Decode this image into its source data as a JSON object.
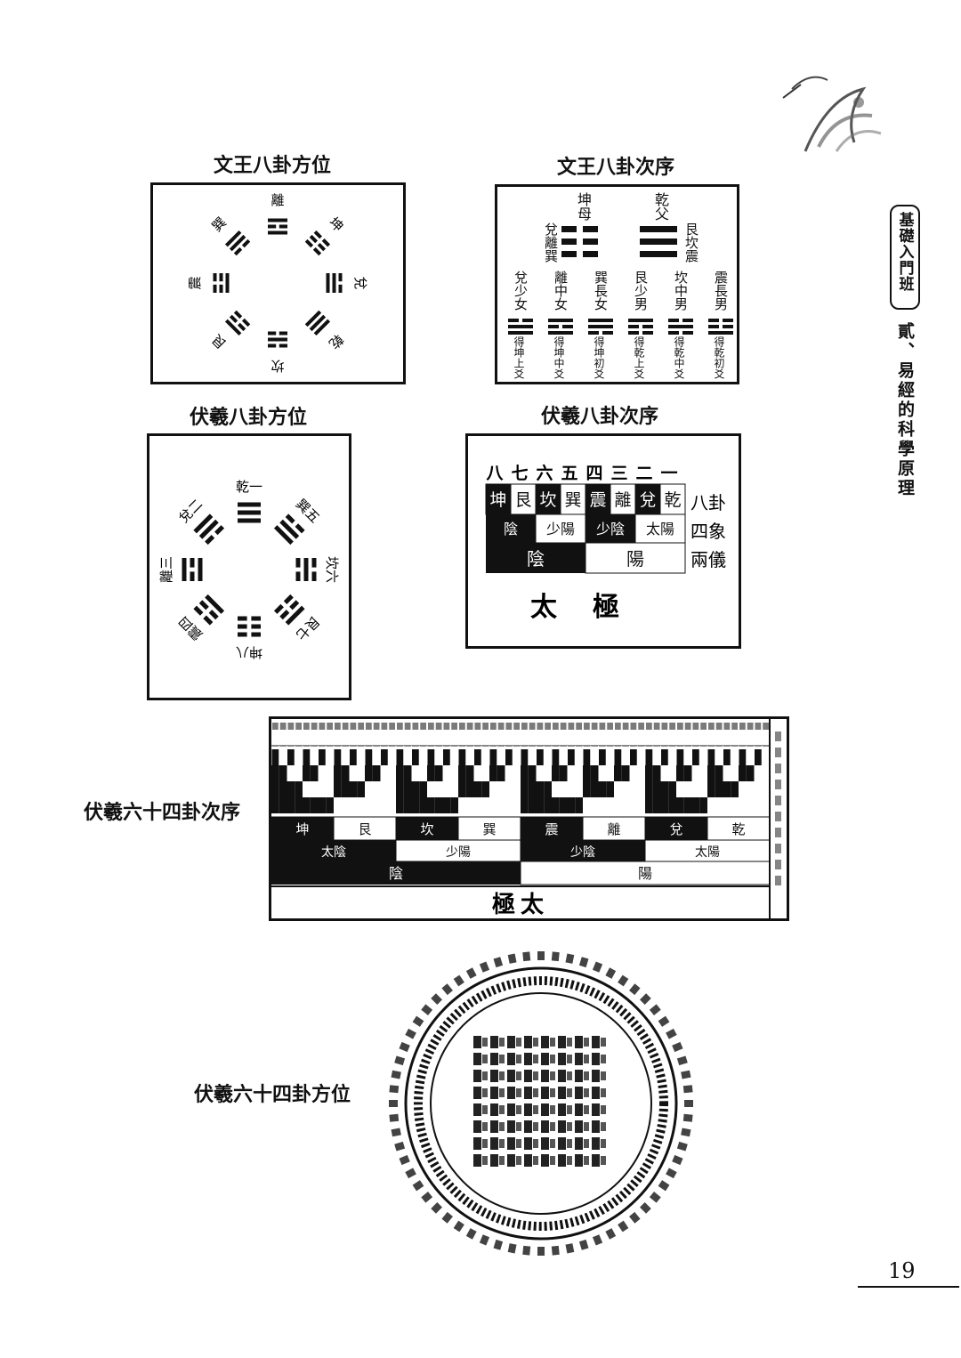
{
  "side_tab": {
    "label": "基礎入門班"
  },
  "chapter_title": "貳、易經的科學原理",
  "page_number": "19",
  "wenwang_layout": {
    "title": "文王八卦方位",
    "trigrams": [
      "離",
      "坤",
      "兌",
      "乾",
      "坎",
      "艮",
      "震",
      "巽"
    ]
  },
  "wenwang_sequence": {
    "title": "文王八卦次序",
    "parents": [
      "坤母",
      "乾父"
    ],
    "left_group": "兌離巽",
    "right_group": "艮坎震",
    "children": [
      {
        "name": "兌少女",
        "source": "得坤上爻"
      },
      {
        "name": "離中女",
        "source": "得坤中爻"
      },
      {
        "name": "巽長女",
        "source": "得坤初爻"
      },
      {
        "name": "艮少男",
        "source": "得乾上爻"
      },
      {
        "name": "坎中男",
        "source": "得乾中爻"
      },
      {
        "name": "震長男",
        "source": "得乾初爻"
      }
    ]
  },
  "fuxi_layout": {
    "title": "伏羲八卦方位",
    "trigrams": [
      "乾一",
      "巽五",
      "坎六",
      "艮七",
      "坤八",
      "震四",
      "離三",
      "兌二"
    ]
  },
  "fuxi_sequence": {
    "title": "伏羲八卦次序",
    "numbers": [
      "八",
      "七",
      "六",
      "五",
      "四",
      "三",
      "二",
      "一"
    ],
    "trigrams": [
      "坤",
      "艮",
      "坎",
      "巽",
      "震",
      "離",
      "兌",
      "乾"
    ],
    "four_images": [
      "陰",
      "少陽",
      "少陰",
      "太陽"
    ],
    "two_modes": [
      "陰",
      "陽"
    ],
    "row_labels": [
      "八卦",
      "四象",
      "兩儀"
    ],
    "taiji": "太極"
  },
  "fuxi64_sequence": {
    "title": "伏羲六十四卦次序",
    "trigrams": [
      "坤",
      "艮",
      "坎",
      "巽",
      "震",
      "離",
      "兌",
      "乾"
    ],
    "four_images": [
      "太陰",
      "少陽",
      "少陰",
      "太陽"
    ],
    "two_modes": [
      "陰",
      "陽"
    ],
    "taiji": "極太"
  },
  "fuxi64_layout": {
    "title": "伏羲六十四卦方位"
  }
}
